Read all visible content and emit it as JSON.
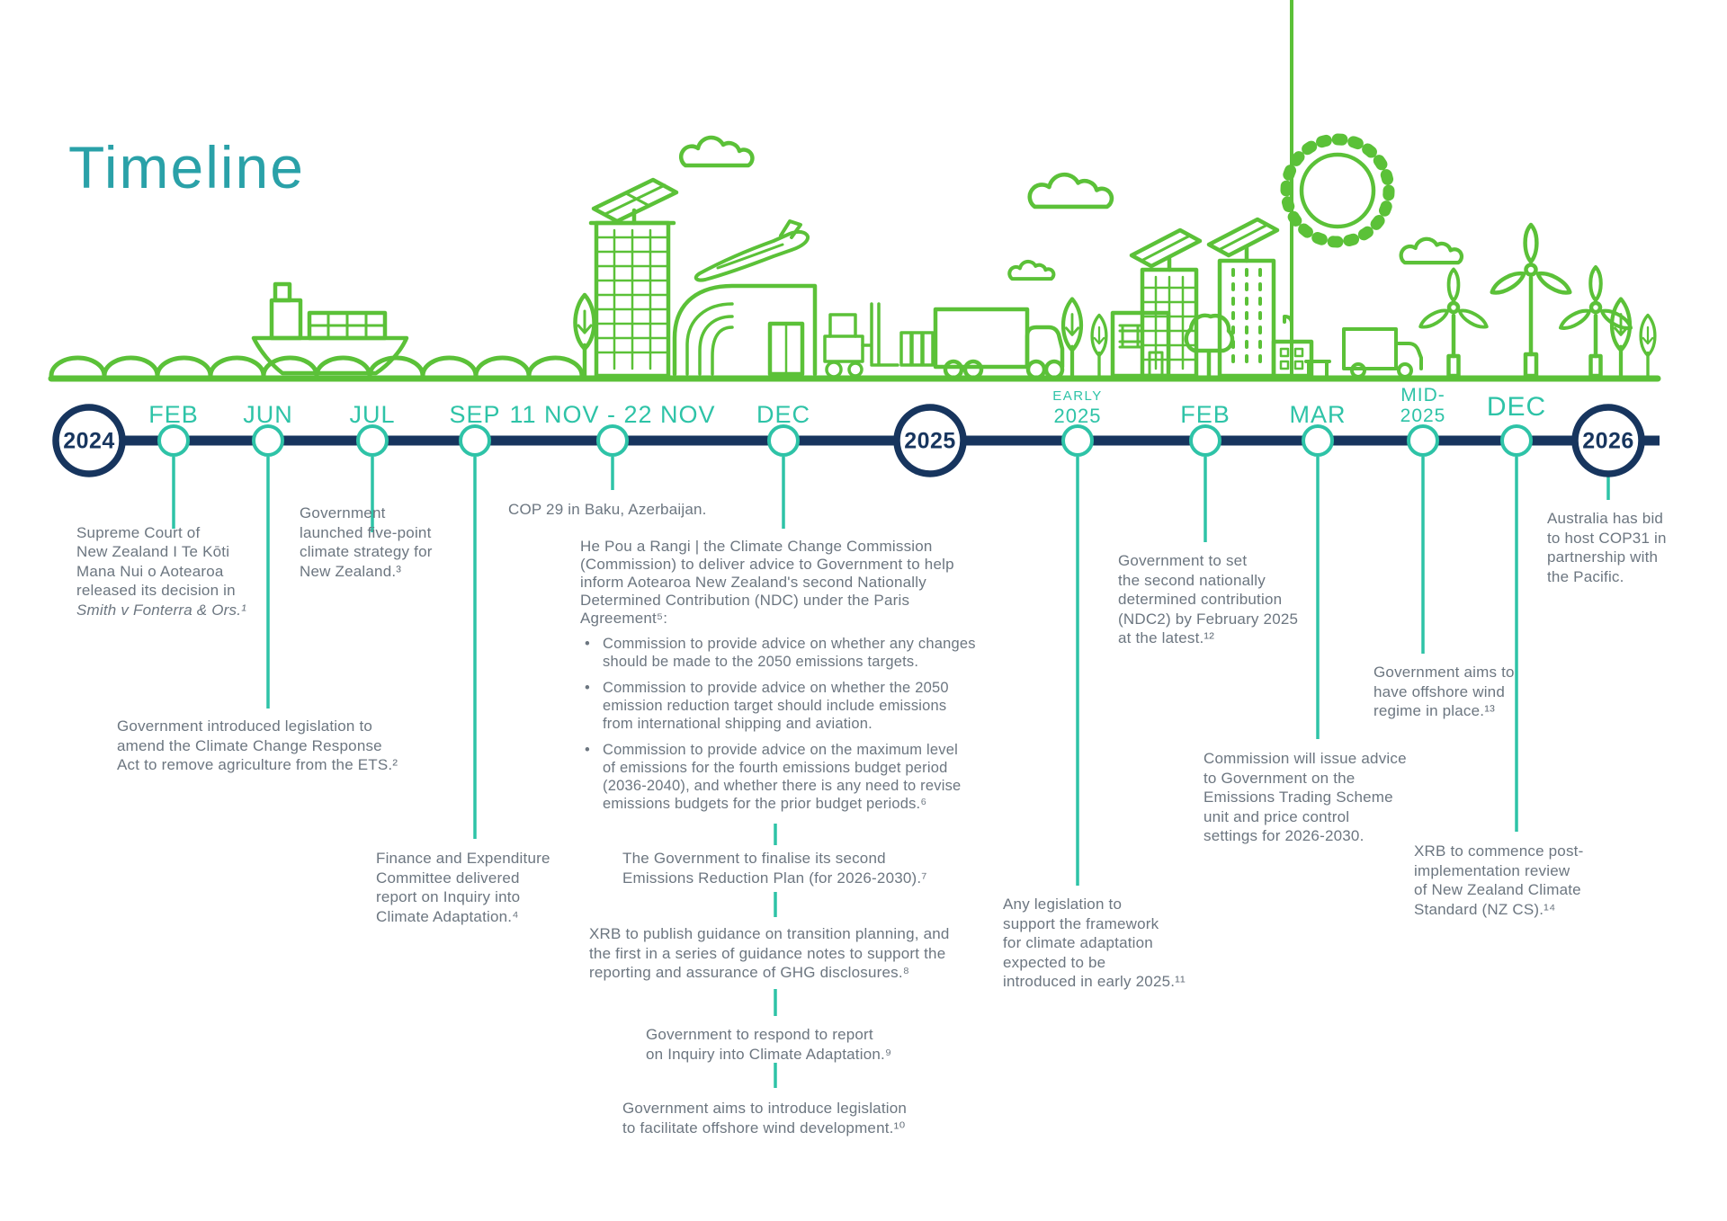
{
  "title": "Timeline",
  "years": [
    "2024",
    "2025",
    "2026"
  ],
  "colors": {
    "illustration_green": "#5bc138",
    "timeline_teal": "#2ec3a7",
    "timeline_navy": "#17355e",
    "title_teal": "#2aa1a8",
    "body_text_grey": "#6c7680"
  },
  "events": {
    "feb2024": {
      "label": "FEB",
      "text": "Supreme Court of\nNew Zealand I Te Kōti\nMana Nui o Aotearoa\nreleased its decision in",
      "case_name": "Smith v Fonterra & Ors.¹"
    },
    "jun2024": {
      "label": "JUN",
      "text": "Government introduced legislation to\namend the Climate Change Response\nAct to remove agriculture from the ETS.²"
    },
    "jul2024": {
      "label": "JUL",
      "text": "Government\nlaunched five-point\nclimate strategy for\nNew Zealand.³"
    },
    "sep2024": {
      "label": "SEP",
      "text": "Finance and Expenditure\nCommittee delivered\nreport on Inquiry into\nClimate Adaptation.⁴"
    },
    "nov2024": {
      "label": "11 NOV - 22 NOV",
      "text": "COP 29 in Baku, Azerbaijan."
    },
    "dec2024": {
      "label": "DEC",
      "heading": "He Pou a Rangi | the Climate Change Commission\n(Commission) to deliver advice to Government to help\ninform Aotearoa New Zealand's second Nationally\nDetermined Contribution (NDC) under the Paris\nAgreement⁵:",
      "bullets": [
        "Commission to provide advice on whether any changes\nshould be made to the 2050 emissions targets.",
        "Commission to provide advice on whether the 2050\nemission reduction target should include emissions\nfrom international shipping and aviation.",
        "Commission to provide advice on the maximum level\nof emissions for the fourth emissions budget period\n(2036-2040), and whether there is any need to revise\nemissions budgets for the prior budget periods.⁶"
      ],
      "followups": [
        "The Government to finalise its second\nEmissions Reduction Plan (for 2026-2030).⁷",
        "XRB to publish guidance on transition planning, and\nthe first in a series of guidance notes to support the\nreporting and assurance of GHG disclosures.⁸",
        "Government to respond to report\non Inquiry into Climate Adaptation.⁹",
        "Government aims to introduce legislation\nto facilitate offshore wind development.¹⁰"
      ]
    },
    "early2025": {
      "label_top": "EARLY",
      "label": "2025",
      "text": "Any legislation to\nsupport the framework\nfor climate adaptation\nexpected to be\nintroduced in early 2025.¹¹"
    },
    "feb2025": {
      "label": "FEB",
      "text": "Government to set\nthe second nationally\ndetermined contribution\n(NDC2) by February 2025\nat the latest.¹²"
    },
    "mar2025": {
      "label": "MAR",
      "text": "Commission will issue advice\nto Government on the\nEmissions Trading Scheme\nunit and price control\nsettings for 2026-2030."
    },
    "mid2025": {
      "label_top": "MID-",
      "label": "2025",
      "text": "Government aims to\nhave offshore wind\nregime in place.¹³"
    },
    "dec2025": {
      "label": "DEC",
      "text": "XRB to commence post-\nimplementation review\nof New Zealand Climate\nStandard (NZ CS).¹⁴"
    },
    "cop31": {
      "text": "Australia has bid\nto host COP31 in\npartnership with\nthe Pacific."
    }
  }
}
